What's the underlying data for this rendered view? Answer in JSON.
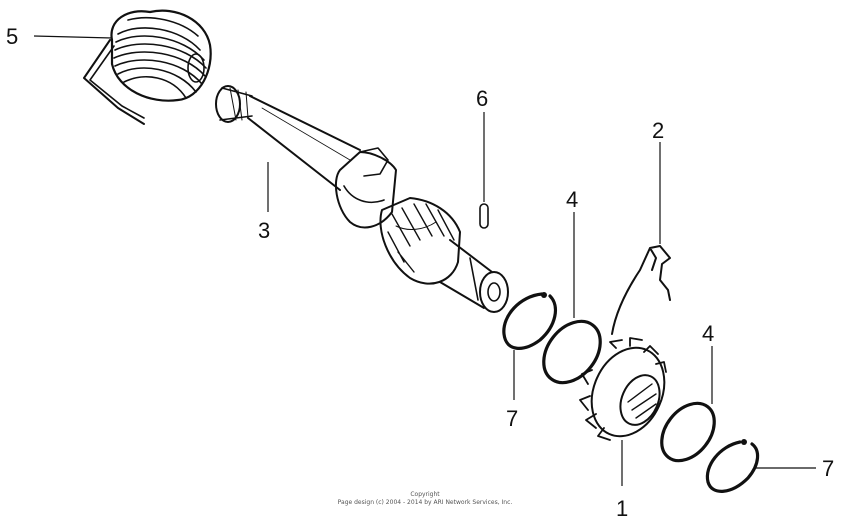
{
  "callouts": {
    "c1": "1",
    "c2": "2",
    "c3": "3",
    "c4a": "4",
    "c4b": "4",
    "c5": "5",
    "c6": "6",
    "c7a": "7",
    "c7b": "7"
  },
  "copyright": {
    "line1": "Copyright",
    "line2": "Page design (c) 2004 - 2014 by ARI Network Services, Inc."
  }
}
